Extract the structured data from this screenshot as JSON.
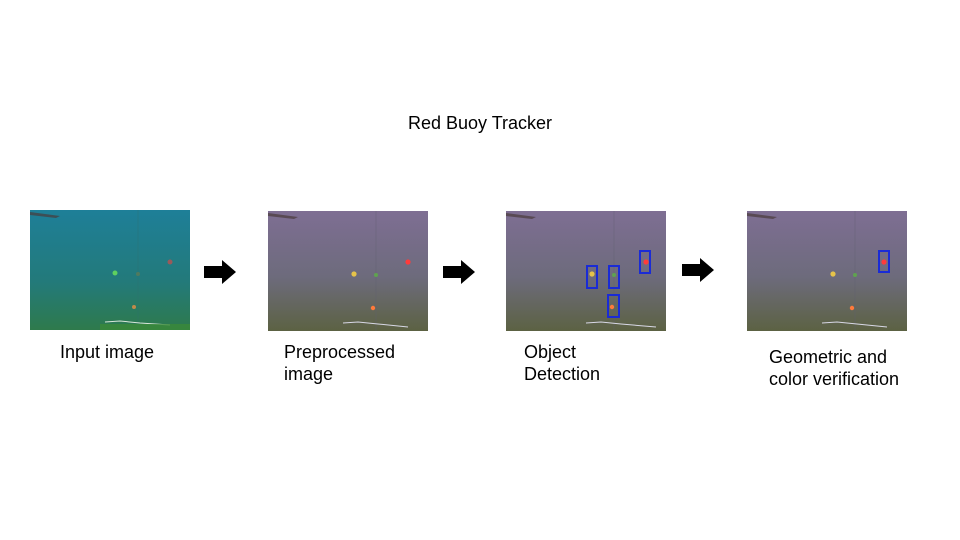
{
  "diagram": {
    "title": "Red Buoy Tracker",
    "stages": [
      {
        "caption": "Input image"
      },
      {
        "caption": "Preprocessed image"
      },
      {
        "caption": "Object Detection"
      },
      {
        "caption": "Geometric and color verification"
      }
    ],
    "colors": {
      "arrow": "#000000",
      "detection_box": "#1a2bd6",
      "input_water_top": "#1b7f95",
      "input_water_bottom": "#2f7a4f",
      "processed_water_top": "#7a7095",
      "processed_water_bottom": "#5b6243",
      "buoy_red": "#ff3b3b",
      "buoy_yellow": "#e6c34a",
      "buoy_green": "#5fa24f"
    }
  }
}
